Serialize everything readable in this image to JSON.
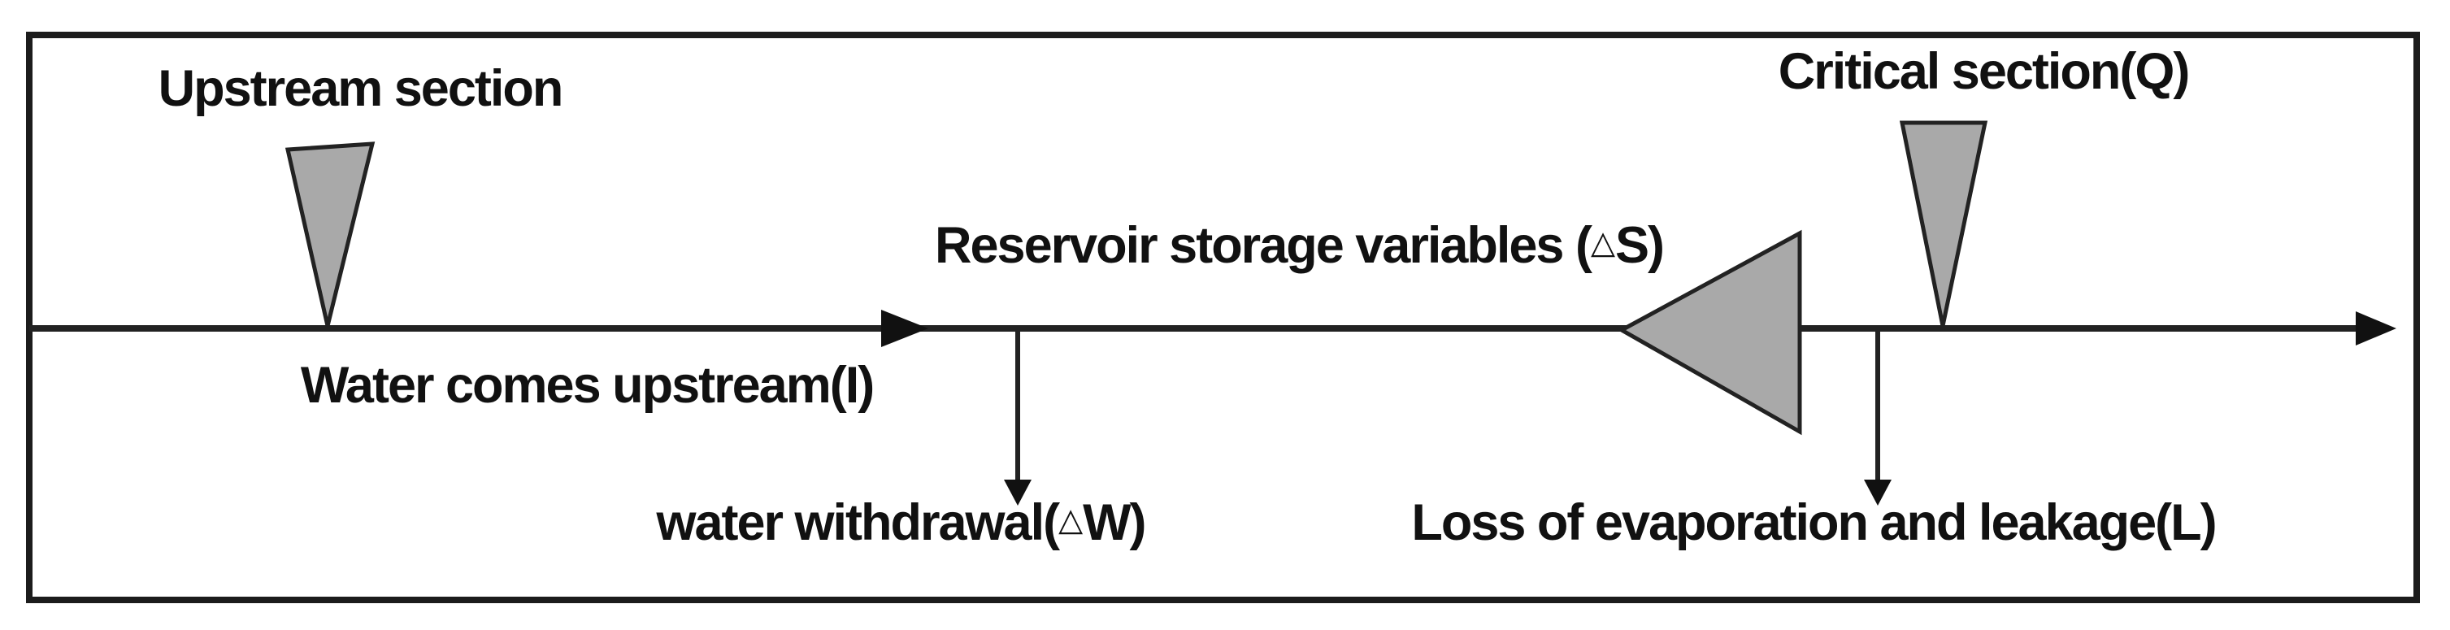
{
  "figure": {
    "labels": {
      "upstream_section": "Upstream section",
      "water_comes_upstream": "Water comes upstream(I)",
      "reservoir_storage": {
        "pre": "Reservoir storage variables (",
        "delta": "△",
        "post": "S)"
      },
      "water_withdrawal": {
        "pre": "water withdrawal(",
        "delta": "△",
        "post": "W)"
      },
      "critical_section": "Critical section(Q)",
      "loss_evaporation": "Loss of evaporation and leakage(L)"
    },
    "symbols": {
      "upstream_marker": "down-triangle-gauge-icon",
      "critical_marker": "down-triangle-gauge-icon",
      "reservoir": "left-triangle-reservoir-icon",
      "flow_direction_mid": "right-arrowhead-icon",
      "flow_direction_end": "right-arrowhead-icon",
      "withdrawal_arrow": "down-arrow-icon",
      "loss_arrow": "down-arrow-icon"
    },
    "colors": {
      "background": "#ffffff",
      "border": "#1c1c1c",
      "line": "#222222",
      "text": "#111111",
      "triangle_fill": "#a9a9a9",
      "triangle_stroke": "#222222"
    }
  }
}
